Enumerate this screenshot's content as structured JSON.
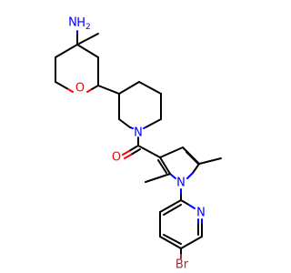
{
  "atoms": {
    "amine_n": "N",
    "amine_h": "H",
    "ring_o": "O",
    "carbonyl_o": "O",
    "piperidine_n": "N",
    "pyrrole_n": "N",
    "pyridine_n": "N",
    "bromine": "Br"
  },
  "colors": {
    "carbon_bond": "#000000",
    "nitrogen": "#0000ff",
    "oxygen": "#ff0000",
    "bromine": "#a52a2a"
  }
}
